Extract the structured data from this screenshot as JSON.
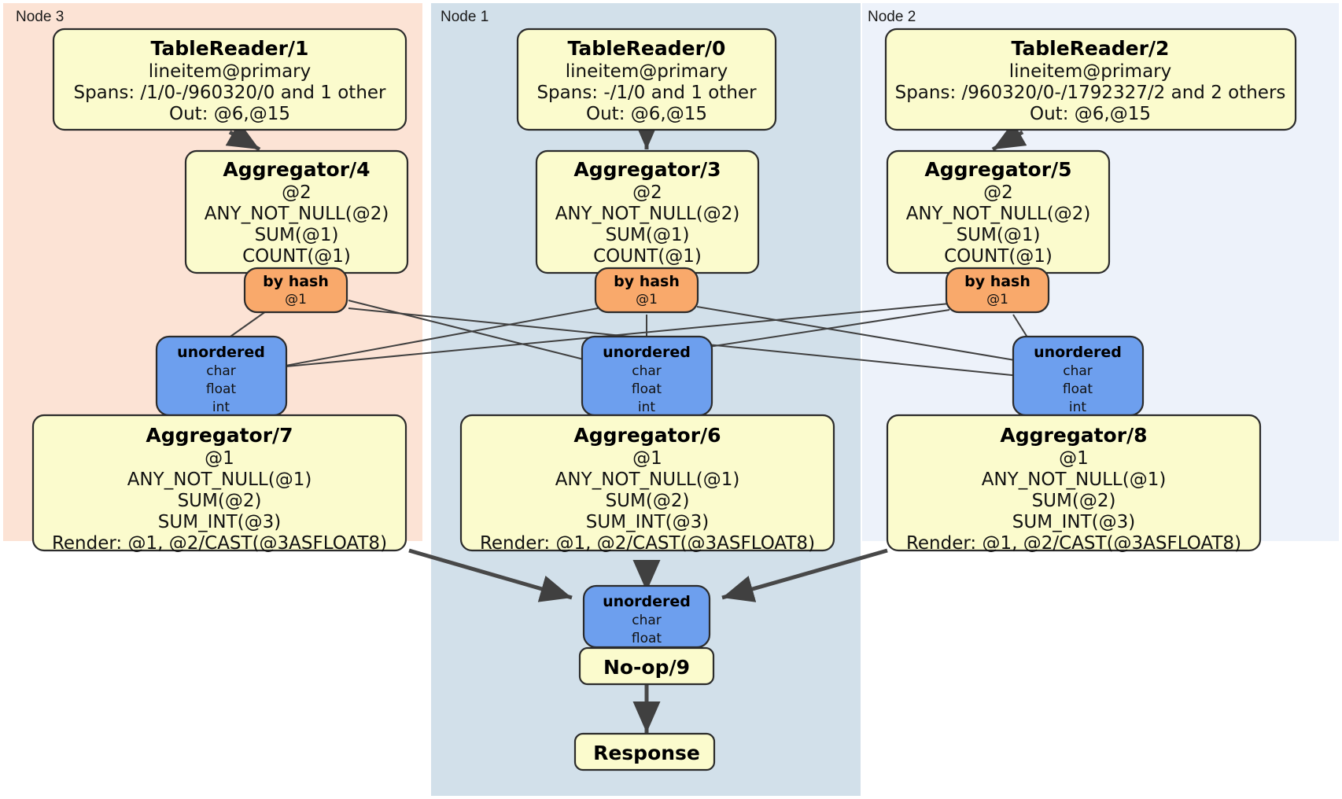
{
  "diagram": {
    "type": "distributed-query-plan",
    "colors": {
      "node3_bg": "#fce3d5",
      "node1_bg": "#d2e0ea",
      "node2_bg": "#edf2fa",
      "processor_box": "#fbfbcd",
      "hash_router": "#f9a96b",
      "unordered_router": "#6d9fee",
      "edge": "#404040"
    },
    "nodes": [
      {
        "id": "node3",
        "label": "Node 3"
      },
      {
        "id": "node1",
        "label": "Node 1"
      },
      {
        "id": "node2",
        "label": "Node 2"
      }
    ],
    "processors": {
      "tablereader1": {
        "title": "TableReader/1",
        "lines": [
          "lineitem@primary",
          "Spans: /1/0-/960320/0 and 1 other",
          "Out: @6,@15"
        ]
      },
      "tablereader0": {
        "title": "TableReader/0",
        "lines": [
          "lineitem@primary",
          "Spans: -/1/0 and 1 other",
          "Out: @6,@15"
        ]
      },
      "tablereader2": {
        "title": "TableReader/2",
        "lines": [
          "lineitem@primary",
          "Spans: /960320/0-/1792327/2 and 2 others",
          "Out: @6,@15"
        ]
      },
      "aggregator4": {
        "title": "Aggregator/4",
        "lines": [
          "@2",
          "ANY_NOT_NULL(@2)",
          "SUM(@1)",
          "COUNT(@1)"
        ]
      },
      "aggregator3": {
        "title": "Aggregator/3",
        "lines": [
          "@2",
          "ANY_NOT_NULL(@2)",
          "SUM(@1)",
          "COUNT(@1)"
        ]
      },
      "aggregator5": {
        "title": "Aggregator/5",
        "lines": [
          "@2",
          "ANY_NOT_NULL(@2)",
          "SUM(@1)",
          "COUNT(@1)"
        ]
      },
      "aggregator7": {
        "title": "Aggregator/7",
        "lines": [
          "@1",
          "ANY_NOT_NULL(@1)",
          "SUM(@2)",
          "SUM_INT(@3)",
          "Render: @1, @2/CAST(@3ASFLOAT8)"
        ]
      },
      "aggregator6": {
        "title": "Aggregator/6",
        "lines": [
          "@1",
          "ANY_NOT_NULL(@1)",
          "SUM(@2)",
          "SUM_INT(@3)",
          "Render: @1, @2/CAST(@3ASFLOAT8)"
        ]
      },
      "aggregator8": {
        "title": "Aggregator/8",
        "lines": [
          "@1",
          "ANY_NOT_NULL(@1)",
          "SUM(@2)",
          "SUM_INT(@3)",
          "Render: @1, @2/CAST(@3ASFLOAT8)"
        ]
      },
      "noop9": {
        "title": "No-op/9",
        "lines": []
      },
      "response": {
        "title": "Response",
        "lines": []
      }
    },
    "routers": {
      "hash_left": {
        "title": "by hash",
        "lines": [
          "@1"
        ]
      },
      "hash_mid": {
        "title": "by hash",
        "lines": [
          "@1"
        ]
      },
      "hash_right": {
        "title": "by hash",
        "lines": [
          "@1"
        ]
      },
      "unord_left": {
        "title": "unordered",
        "lines": [
          "char",
          "float",
          "int"
        ]
      },
      "unord_mid": {
        "title": "unordered",
        "lines": [
          "char",
          "float",
          "int"
        ]
      },
      "unord_right": {
        "title": "unordered",
        "lines": [
          "char",
          "float",
          "int"
        ]
      },
      "unord_final": {
        "title": "unordered",
        "lines": [
          "char",
          "float"
        ]
      }
    }
  }
}
